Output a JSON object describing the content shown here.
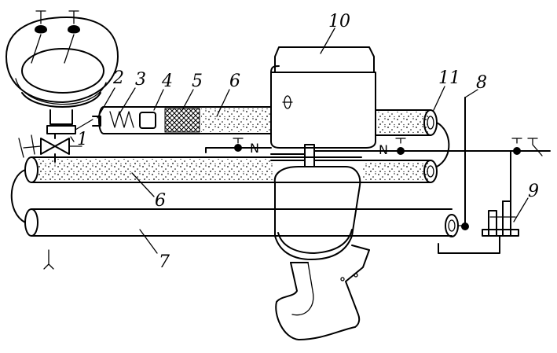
{
  "labels": {
    "l1": "1",
    "l2": "2",
    "l3": "3",
    "l4": "4",
    "l5": "5",
    "l6a": "6",
    "l6b": "6",
    "l7": "7",
    "l8": "8",
    "l9": "9",
    "l10": "10",
    "l11": "11"
  },
  "valve_marks": {
    "n_left": "N",
    "n_right": "N"
  }
}
